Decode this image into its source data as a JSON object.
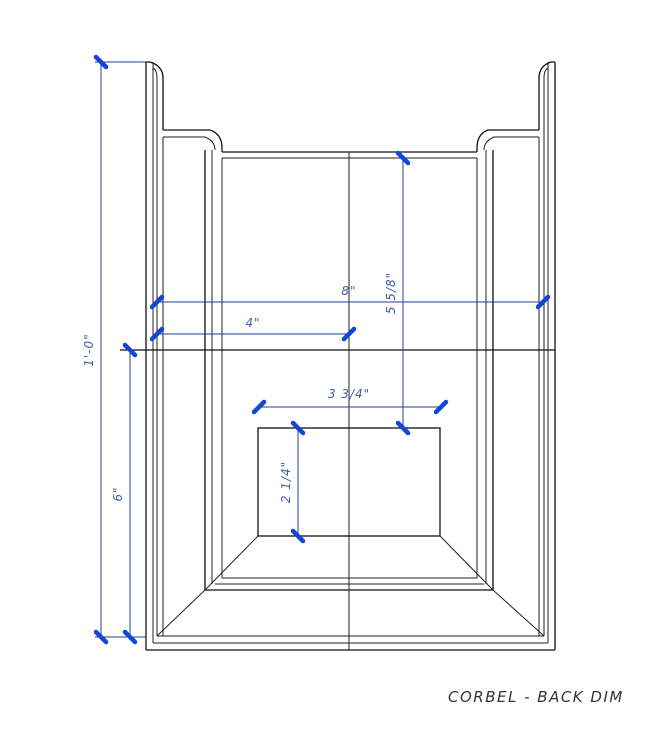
{
  "dimensions": {
    "overall_height": "1'-0\"",
    "lower_height": "6\"",
    "full_width": "8\"",
    "half_width": "4\"",
    "slot_height": "5 5/8\"",
    "recess_width": "3 3/4\"",
    "recess_height": "2 1/4\""
  },
  "caption": "CORBEL - BACK DIM",
  "colors": {
    "dimension": "#1446d6",
    "line": "#111111"
  }
}
